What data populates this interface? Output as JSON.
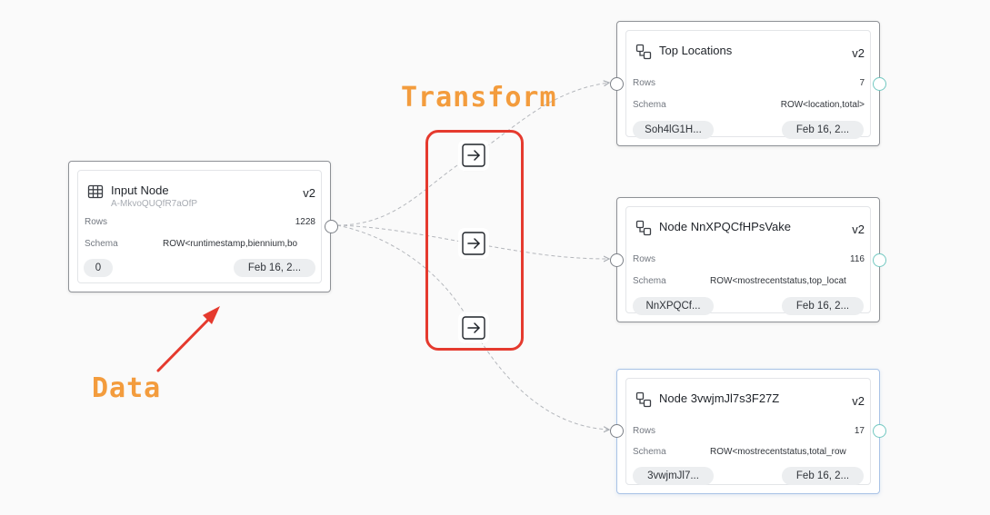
{
  "annotations": {
    "transform_label": "Transform",
    "data_label": "Data",
    "highlight_color": "#e53a2e",
    "label_color": "#f39c3d"
  },
  "input_node": {
    "icon": "table-icon",
    "title": "Input Node",
    "subtitle": "A-MkvoQUQfR7aOfP",
    "version": "v2",
    "rows_label": "Rows",
    "rows_value": "1228",
    "schema_label": "Schema",
    "schema_value": "ROW<runtimestamp,biennium,bo",
    "tag": "0",
    "date": "Feb 16, 2..."
  },
  "transforms": [
    {
      "icon": "arrow-right-icon"
    },
    {
      "icon": "arrow-right-icon"
    },
    {
      "icon": "arrow-right-icon"
    }
  ],
  "output_nodes": [
    {
      "icon": "transform-node-icon",
      "title": "Top Locations",
      "version": "v2",
      "rows_label": "Rows",
      "rows_value": "7",
      "schema_label": "Schema",
      "schema_value": "ROW<location,total>",
      "tag": "Soh4lG1H...",
      "date": "Feb 16, 2..."
    },
    {
      "icon": "transform-node-icon",
      "title": "Node NnXPQCfHPsVake",
      "version": "v2",
      "rows_label": "Rows",
      "rows_value": "116",
      "schema_label": "Schema",
      "schema_value": "ROW<mostrecentstatus,top_locat",
      "tag": "NnXPQCf...",
      "date": "Feb 16, 2..."
    },
    {
      "icon": "transform-node-icon",
      "title": "Node 3vwjmJl7s3F27Z",
      "version": "v2",
      "rows_label": "Rows",
      "rows_value": "17",
      "schema_label": "Schema",
      "schema_value": "ROW<mostrecentstatus,total_row",
      "tag": "3vwjmJl7...",
      "date": "Feb 16, 2..."
    }
  ]
}
